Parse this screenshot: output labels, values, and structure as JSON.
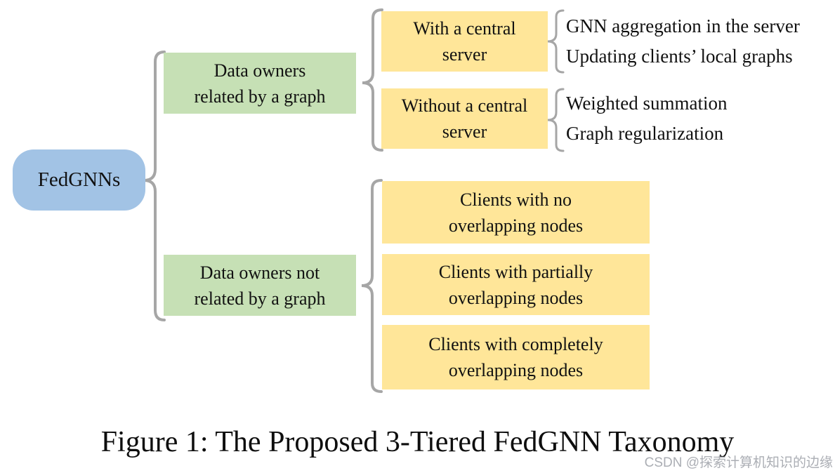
{
  "figure": {
    "caption": "Figure 1: The Proposed 3-Tiered FedGNN Taxonomy",
    "watermark": "CSDN @探索计算机知识的边缘"
  },
  "colors": {
    "root_box": "#a2c3e5",
    "branch_box": "#c6e0b5",
    "leaf_box": "#ffe699",
    "brace": "#a6a6a6",
    "text": "#111111",
    "watermark": "#abaeb4"
  },
  "tree": {
    "root": {
      "label": "FedGNNs"
    },
    "branches": [
      {
        "label": "Data owners\nrelated by a graph",
        "children": [
          {
            "label": "With a central\nserver",
            "leaves": [
              "GNN aggregation in the server",
              "Updating clients’ local graphs"
            ]
          },
          {
            "label": "Without a central\nserver",
            "leaves": [
              "Weighted summation",
              "Graph regularization"
            ]
          }
        ]
      },
      {
        "label": "Data owners not\nrelated by a graph",
        "children": [
          {
            "label": "Clients with no\noverlapping nodes",
            "leaves": []
          },
          {
            "label": "Clients with partially\noverlapping nodes",
            "leaves": []
          },
          {
            "label": "Clients with completely\noverlapping nodes",
            "leaves": []
          }
        ]
      }
    ]
  }
}
